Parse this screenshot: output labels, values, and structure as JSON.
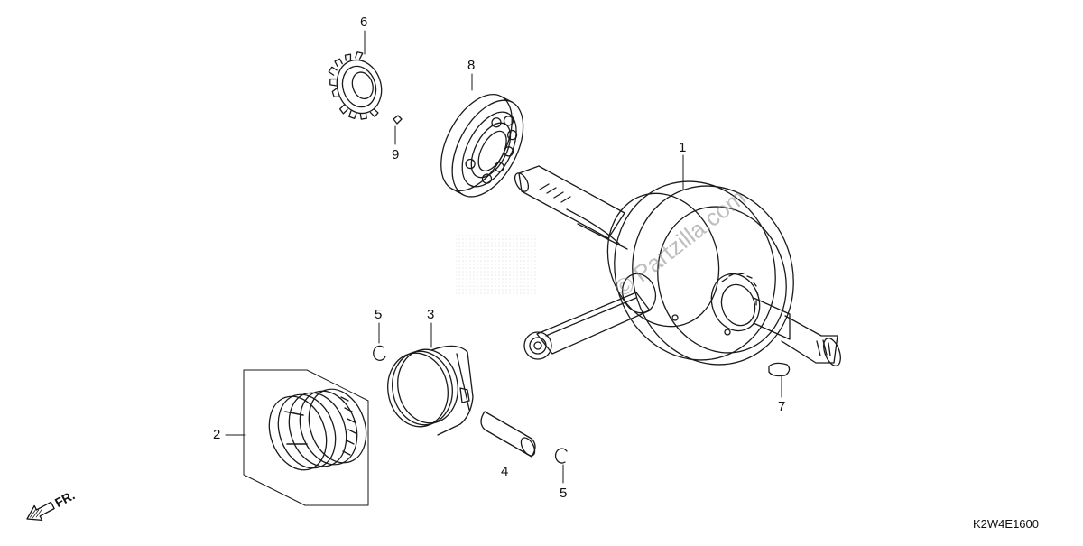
{
  "diagram": {
    "drawing_code": "K2W4E1600",
    "front_label": "FR.",
    "watermark": "© Partzilla.com",
    "callouts": [
      {
        "id": "1",
        "text": "1"
      },
      {
        "id": "2",
        "text": "2"
      },
      {
        "id": "3",
        "text": "3"
      },
      {
        "id": "4",
        "text": "4"
      },
      {
        "id": "5a",
        "text": "5"
      },
      {
        "id": "5b",
        "text": "5"
      },
      {
        "id": "6",
        "text": "6"
      },
      {
        "id": "7",
        "text": "7"
      },
      {
        "id": "8",
        "text": "8"
      },
      {
        "id": "9",
        "text": "9"
      }
    ]
  }
}
